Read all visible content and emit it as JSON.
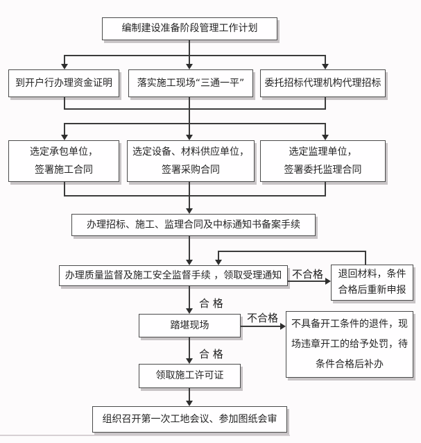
{
  "canvas": {
    "background": "#fdfbfc",
    "box_fill": "#fffeff",
    "border_color": "#4a4a4a",
    "shadow_color": "#948d90",
    "line_color": "#3b3b3b",
    "text_color": "#242424"
  },
  "nodes": {
    "plan": {
      "text": "编制建设准备阶段管理工作计划"
    },
    "fund_cert": {
      "text": "到开户行办理资金证明"
    },
    "site_prep": {
      "text": "落实施工现场“三通一平”"
    },
    "bid_agency": {
      "text": "委托招标代理机构代理招标"
    },
    "contractor": {
      "line1": "选定承包单位，",
      "line2": "签署施工合同"
    },
    "supplier": {
      "line1": "选定设备、材料供应单位，",
      "line2": "签署采购合同"
    },
    "supervision": {
      "line1": "选定监理单位，",
      "line2": "签署委托监理合同"
    },
    "filing": {
      "text": "办理招标、施工、监理合同及中标通知书备案手续"
    },
    "quality_check": {
      "text": "办理质量监督及施工安全监督手续 ，领取受理通知"
    },
    "return_materials": {
      "line1": "退回材料，条件",
      "line2": "合格后重新申报"
    },
    "site_survey": {
      "text": "踏堪现场"
    },
    "reject_handling": {
      "line1": "不具备开工条件的退件，现",
      "line2": "场违章开工的给予处罚，待",
      "line3": "条件合格后补办"
    },
    "permit": {
      "text": "领取施工许可证"
    },
    "first_meeting": {
      "text": "组织召开第一次工地会议、参加图纸会审"
    }
  },
  "edge_labels": {
    "quality_fail": "不合格",
    "quality_pass": "合 格",
    "survey_fail": "不合格",
    "survey_pass": "合 格"
  }
}
